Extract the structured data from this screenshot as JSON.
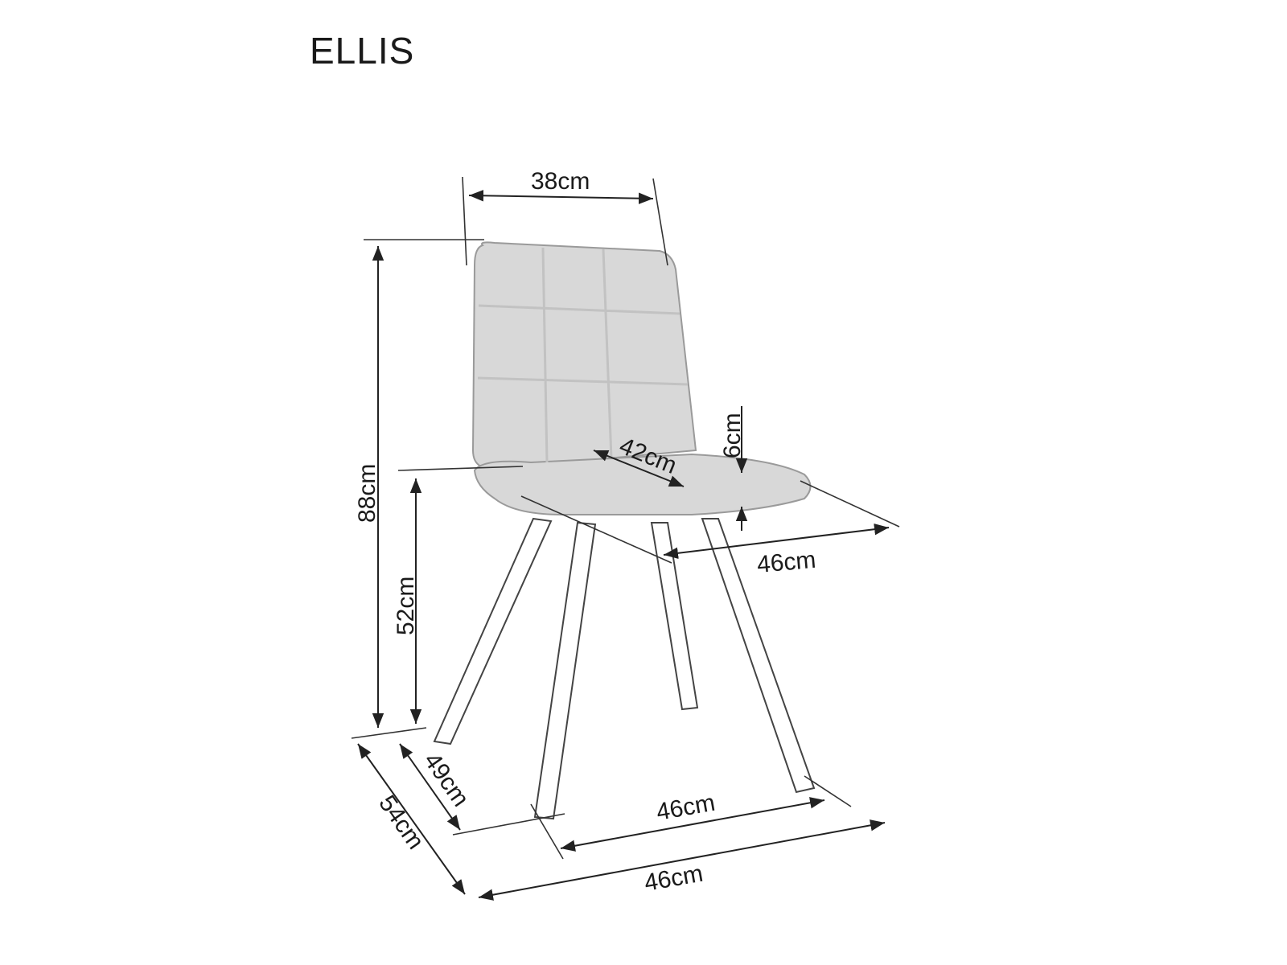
{
  "title": "ELLIS",
  "dimensions": {
    "backrest_width": "38cm",
    "total_height": "88cm",
    "seat_height": "52cm",
    "seat_depth_inner": "42cm",
    "seat_thickness": "6cm",
    "seat_width": "46cm",
    "leg_depth_inner": "49cm",
    "total_depth": "54cm",
    "leg_width_inner": "46cm",
    "total_width": "46cm"
  },
  "colors": {
    "upholstery": "#d8d8d8",
    "lines": "#222222"
  }
}
